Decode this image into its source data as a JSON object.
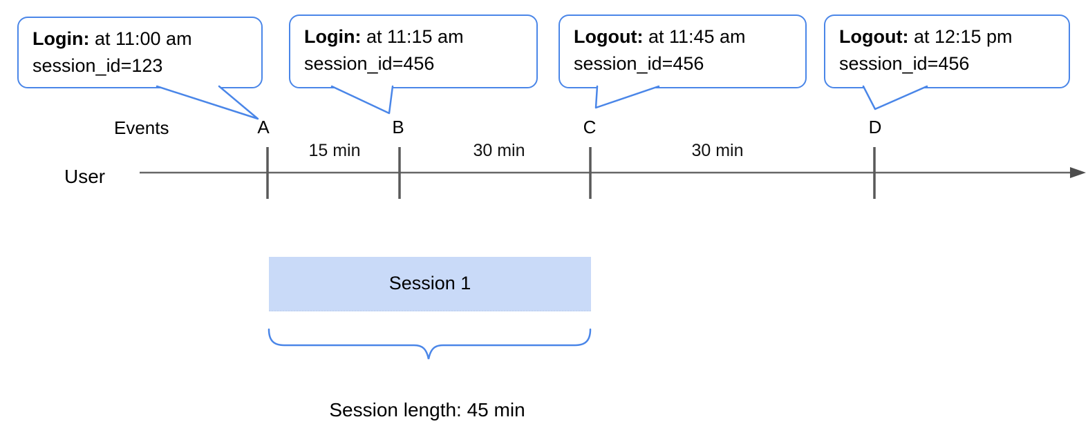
{
  "diagram": {
    "events_axis_label": "Events",
    "actor_label": "User",
    "callouts": [
      {
        "label": "Login:",
        "time": " at 11:00 am",
        "detail": "session_id=123",
        "marker": "A"
      },
      {
        "label": "Login:",
        "time": " at 11:15 am",
        "detail": "session_id=456",
        "marker": "B"
      },
      {
        "label": "Logout:",
        "time": " at 11:45 am",
        "detail": "session_id=456",
        "marker": "C"
      },
      {
        "label": "Logout:",
        "time": " at 12:15 pm",
        "detail": "session_id=456",
        "marker": "D"
      }
    ],
    "markers": [
      "A",
      "B",
      "C",
      "D"
    ],
    "intervals": [
      "15 min",
      "30 min",
      "30 min"
    ],
    "session_box_label": "Session 1",
    "session_length_label": "Session length: 45 min",
    "colors": {
      "accent_blue": "#4a86e8",
      "session_fill": "#c9daf8",
      "timeline_gray": "#666666",
      "tick_gray": "#595959",
      "text_black": "#000000"
    }
  }
}
